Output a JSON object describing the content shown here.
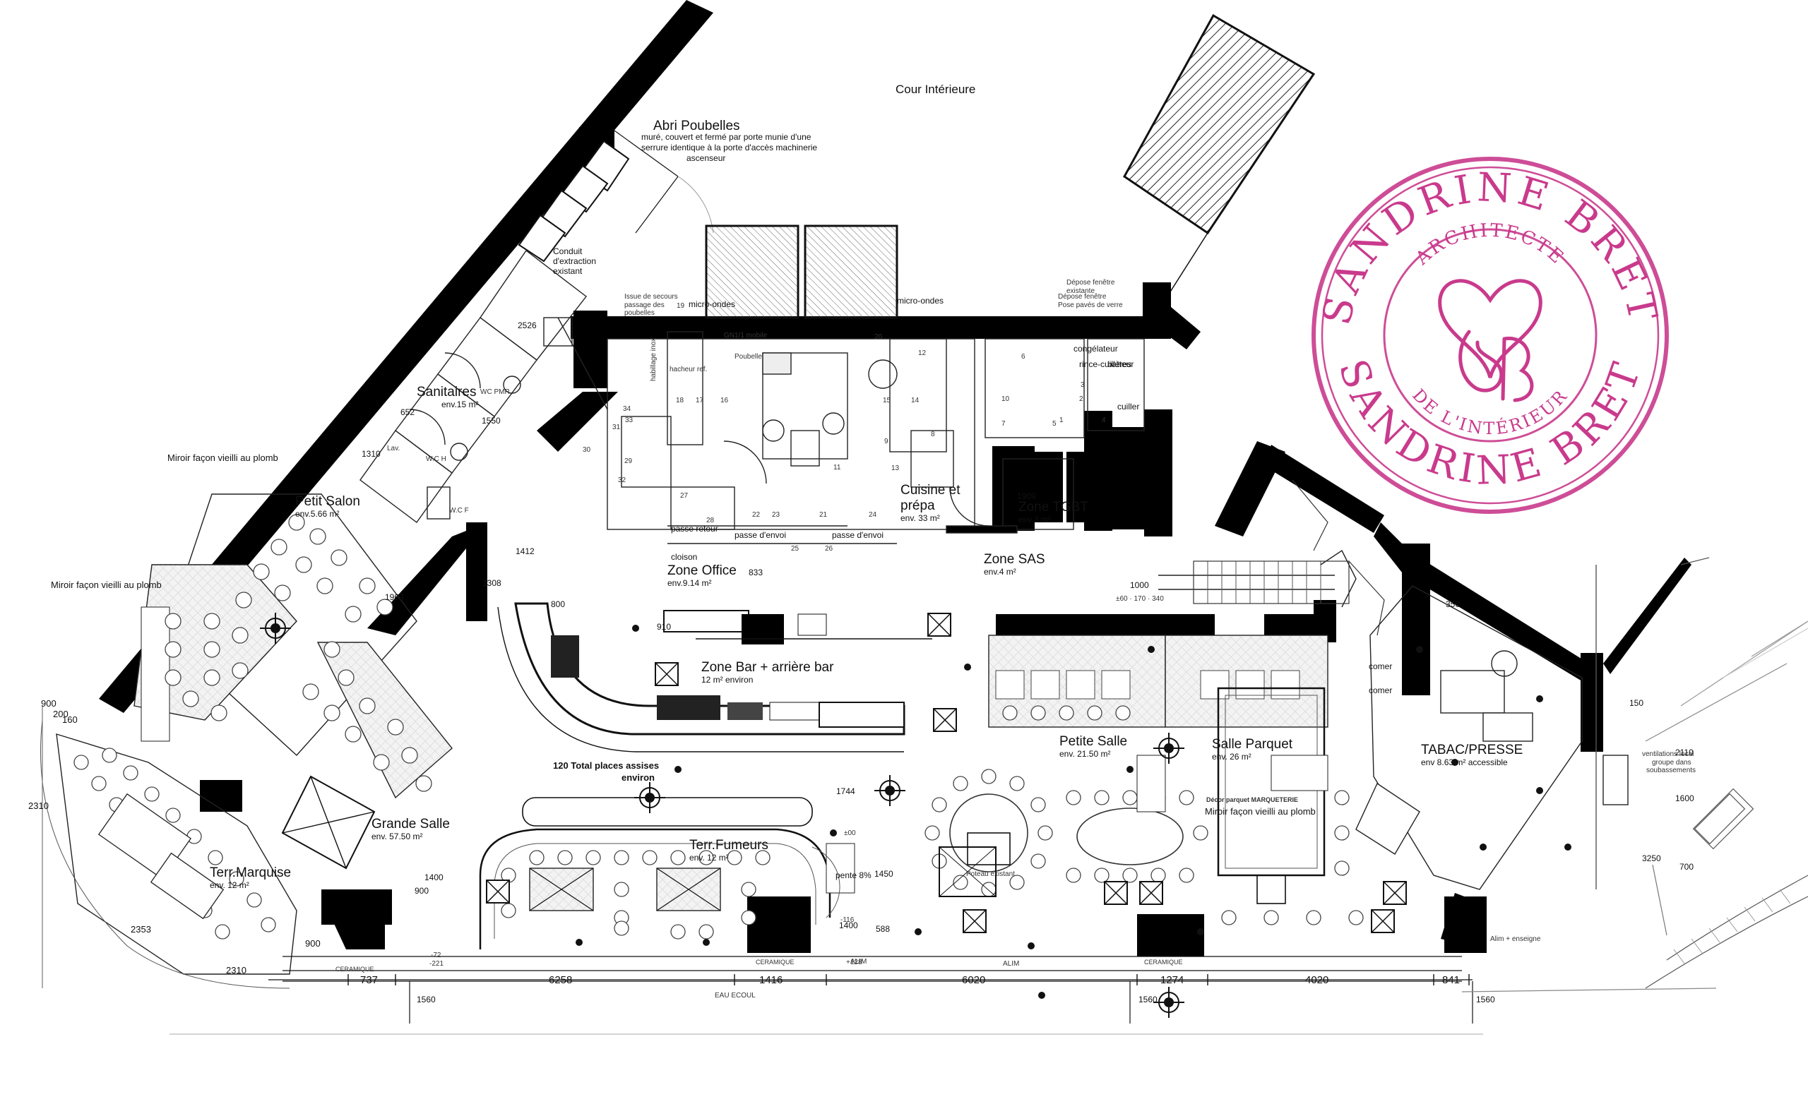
{
  "brand": {
    "name": "SANDRINE BRET",
    "top_subtitle": "ARCHITECTE",
    "bottom_subtitle": "DE L'INTÉRIEUR",
    "color": "#c93a8c"
  },
  "title": {
    "cour": "Cour Intérieure",
    "abri_title": "Abri Poubelles",
    "abri_desc_1": "muré, couvert et fermé par porte munie d'une",
    "abri_desc_2": "serrure identique à la porte d'accès machinerie",
    "abri_desc_3": "ascenseur"
  },
  "rooms": {
    "sanitaires": {
      "name": "Sanitaires",
      "area": "env.15 m²"
    },
    "petit_salon": {
      "name": "Petit Salon",
      "area": "env.5.66 m²"
    },
    "zone_office": {
      "name": "Zone Office",
      "area": "env.9.14 m²"
    },
    "cuisine": {
      "name": "Cuisine et",
      "name2": "prépa",
      "area": "env. 33 m²"
    },
    "tgbt": {
      "name": "Zone TGBT",
      "area": "env.3 m²"
    },
    "sas": {
      "name": "Zone SAS",
      "area": "env.4 m²"
    },
    "bar": {
      "name": "Zone Bar + arrière bar",
      "area": "12 m² environ"
    },
    "grande_salle": {
      "name": "Grande Salle",
      "area": "env. 57.50 m²"
    },
    "petite_salle": {
      "name": "Petite Salle",
      "area": "env. 21.50 m²"
    },
    "salle_parquet": {
      "name": "Salle Parquet",
      "area": "env. 26 m²"
    },
    "tabac": {
      "name": "TABAC/PRESSE",
      "area": "env 8.63 m² accessible"
    },
    "terr_marquise": {
      "name": "Terr.Marquise",
      "area": "env. 12 m²"
    },
    "terr_fumeurs": {
      "name": "Terr.Fumeurs",
      "area": "env. 12 m²"
    }
  },
  "notes": {
    "places_1": "120 Total places assises",
    "places_2": "environ",
    "miroir_1": "Miroir façon vieilli au plomb",
    "miroir_2": "Miroir façon vieilli au plomb",
    "miroir_3": "Miroir façon vieilli au plomb",
    "decor_parquet": "Décor parquet MARQUETERIE",
    "conduit_1": "Conduit",
    "conduit_2": "d'extraction",
    "conduit_3": "existant",
    "issue_1": "Issue de secours",
    "issue_2": "passage des",
    "issue_3": "poubelles",
    "depose_1": "Dépose fenêtre",
    "depose_2": "existante",
    "depose_3": "Dépose fenêtre",
    "depose_4": "Pose pavés de verre",
    "micro_1": "micro-ondes",
    "micro_2": "micro-ondes",
    "congelateur": "congélateur",
    "rince": "rince-cuillères",
    "batteur": "batteur",
    "cuiller": "cuiller",
    "passe_envoi_1": "passe d'envoi",
    "passe_envoi_2": "passe d'envoi",
    "passe_retour": "passe retour",
    "cloison": "cloison",
    "comer_1": "comer",
    "comer_2": "comer",
    "pente": "pente 8%",
    "ventil_1": "ventilations local",
    "ventil_2": "groupe dans",
    "ventil_3": "soubassements",
    "alim_enseigne": "Alim + enseigne",
    "gn": "GN1/1 mobile",
    "poubelle": "Poubelle",
    "habillage": "habillage inox",
    "hacheur": "hacheur ref.",
    "poteau": "Poteau existant",
    "wcpmr": "WC PMR",
    "wch": "W.C H",
    "wcf": "W.C F",
    "lav": "Lav.",
    "alim_1": "ALIM",
    "alim_2": "ALIM",
    "ceramique_1": "CERAMIQUE",
    "ceramique_2": "CERAMIQUE",
    "ceramique_3": "CERAMIQUE",
    "eau": "EAU ECOUL"
  },
  "dimensions": {
    "bottom": [
      "737",
      "6258",
      "1416",
      "6020",
      "1274",
      "4020",
      "841"
    ],
    "left_side": [
      "900",
      "200",
      "160",
      "2310",
      "2353",
      "2310",
      "900"
    ],
    "vertical": [
      "1560",
      "1560",
      "1560"
    ],
    "misc": [
      "2526",
      "652",
      "1550",
      "1310",
      "1412",
      "1308",
      "1963",
      "833",
      "800",
      "910",
      "1909",
      "1000",
      "1400",
      "900",
      "1400",
      "1744",
      "1450",
      "588",
      "2110",
      "1600",
      "3250",
      "700",
      "350",
      "150",
      "±60 · 170 · 340",
      "±00",
      "-72",
      "-221",
      "+128",
      "-116"
    ]
  },
  "kitchen_numbers": [
    "19",
    "20",
    "21",
    "22",
    "23",
    "24",
    "25",
    "26",
    "27",
    "28",
    "29",
    "30",
    "31",
    "32",
    "33",
    "34",
    "1",
    "2",
    "3",
    "4",
    "5",
    "6",
    "7",
    "8",
    "9",
    "10",
    "11",
    "12",
    "13",
    "14",
    "15",
    "16",
    "17",
    "18"
  ],
  "colors": {
    "ink": "#111111",
    "wall": "#000000",
    "hatch": "#333333",
    "furniture": "#555555"
  }
}
